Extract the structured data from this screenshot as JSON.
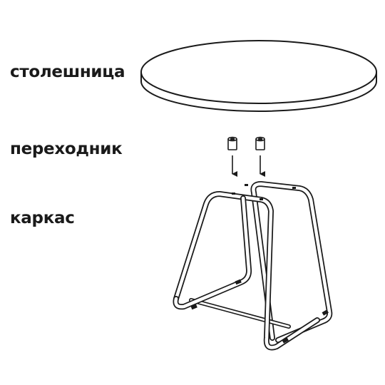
{
  "labels": {
    "tabletop": "столешница",
    "adapter": "переходник",
    "frame": "каркас"
  },
  "colors": {
    "line": "#1a1a1a",
    "fill": "#ffffff"
  }
}
